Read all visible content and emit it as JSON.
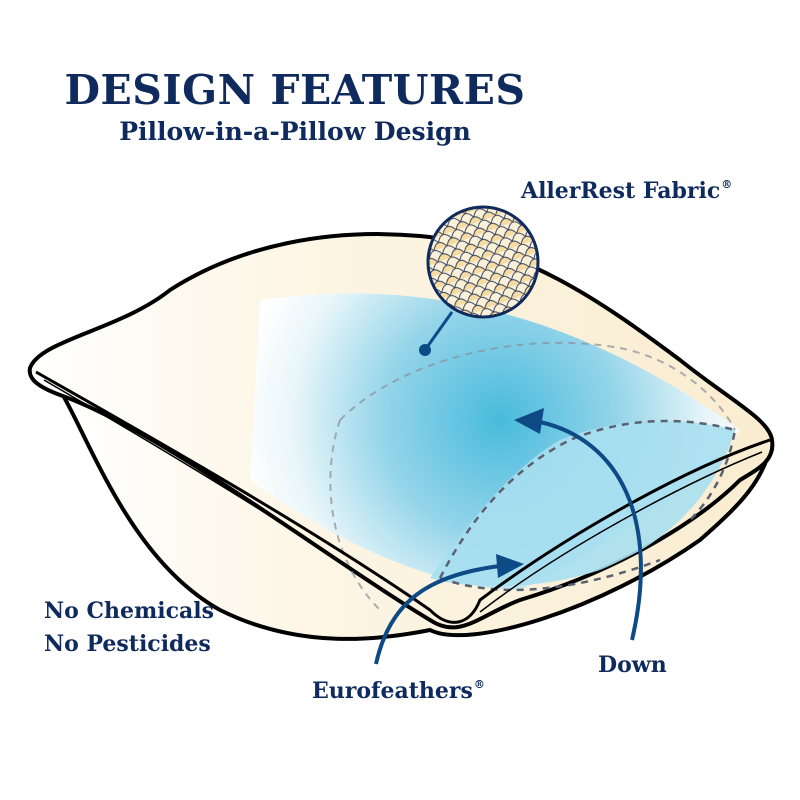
{
  "header": {
    "title": "DESIGN FEATURES",
    "subtitle": "Pillow-in-a-Pillow Design"
  },
  "callouts": {
    "fabric": {
      "label": "AllerRest Fabric",
      "mark": "®"
    },
    "feathers": {
      "label": "Eurofeathers",
      "mark": "®"
    },
    "down": {
      "label": "Down"
    }
  },
  "features": [
    "No Chemicals",
    "No Pesticides"
  ],
  "colors": {
    "text_navy": "#0f2a5c",
    "arrow_blue": "#0d4a86",
    "inner_blue": "#4fc0de",
    "light_blue": "#a7dfef",
    "cream": "#fbf2dc",
    "outline": "#000000",
    "dashed": "#6b7280"
  }
}
